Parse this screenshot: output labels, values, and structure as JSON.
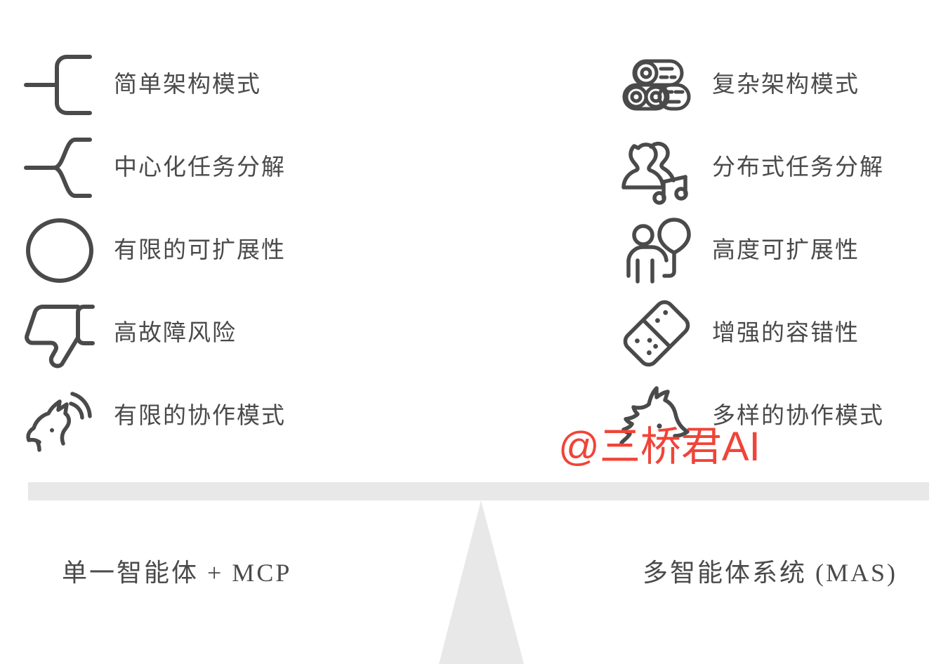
{
  "colors": {
    "ink": "#4A4A4A",
    "beam": "#E8E8E8",
    "fulcrum": "#E8E8E8",
    "watermark": "#F04438",
    "background": "#FFFFFF"
  },
  "left_column": {
    "title": "单一智能体 + MCP",
    "rows": [
      {
        "icon": "bracket-single-branch-icon",
        "label": "简单架构模式"
      },
      {
        "icon": "bracket-split-branch-icon",
        "label": "中心化任务分解"
      },
      {
        "icon": "circle-icon",
        "label": "有限的可扩展性"
      },
      {
        "icon": "thumbs-down-icon",
        "label": "高故障风险"
      },
      {
        "icon": "howling-wolf-icon",
        "label": "有限的协作模式"
      }
    ]
  },
  "right_column": {
    "title": "多智能体系统 (MAS)",
    "rows": [
      {
        "icon": "stacked-logs-icon",
        "label": "复杂架构模式"
      },
      {
        "icon": "people-music-icon",
        "label": "分布式任务分解"
      },
      {
        "icon": "person-balloon-icon",
        "label": "高度可扩展性"
      },
      {
        "icon": "domino-tile-icon",
        "label": "增强的容错性"
      },
      {
        "icon": "wolf-head-icon",
        "label": "多样的协作模式"
      }
    ]
  },
  "watermark": {
    "text": "@三桥君AI"
  }
}
